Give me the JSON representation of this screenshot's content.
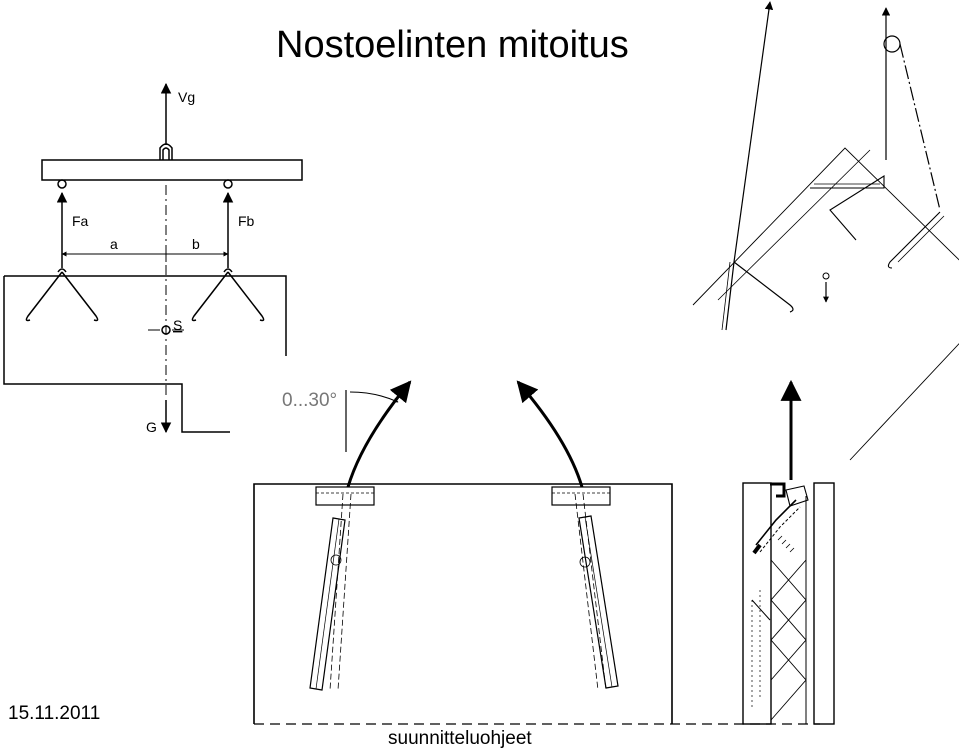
{
  "slide": {
    "title": "Nostoelinten mitoitus",
    "date": "15.11.2011",
    "footer": "suunnitteluohjeet"
  },
  "beam_diagram": {
    "force_up": "Vg",
    "force_a": "Fa",
    "force_b": "Fb",
    "dim_a": "a",
    "dim_b": "b",
    "center_label": "S",
    "weight": "G"
  },
  "angle_diagram": {
    "angle_label": "0...30°"
  }
}
